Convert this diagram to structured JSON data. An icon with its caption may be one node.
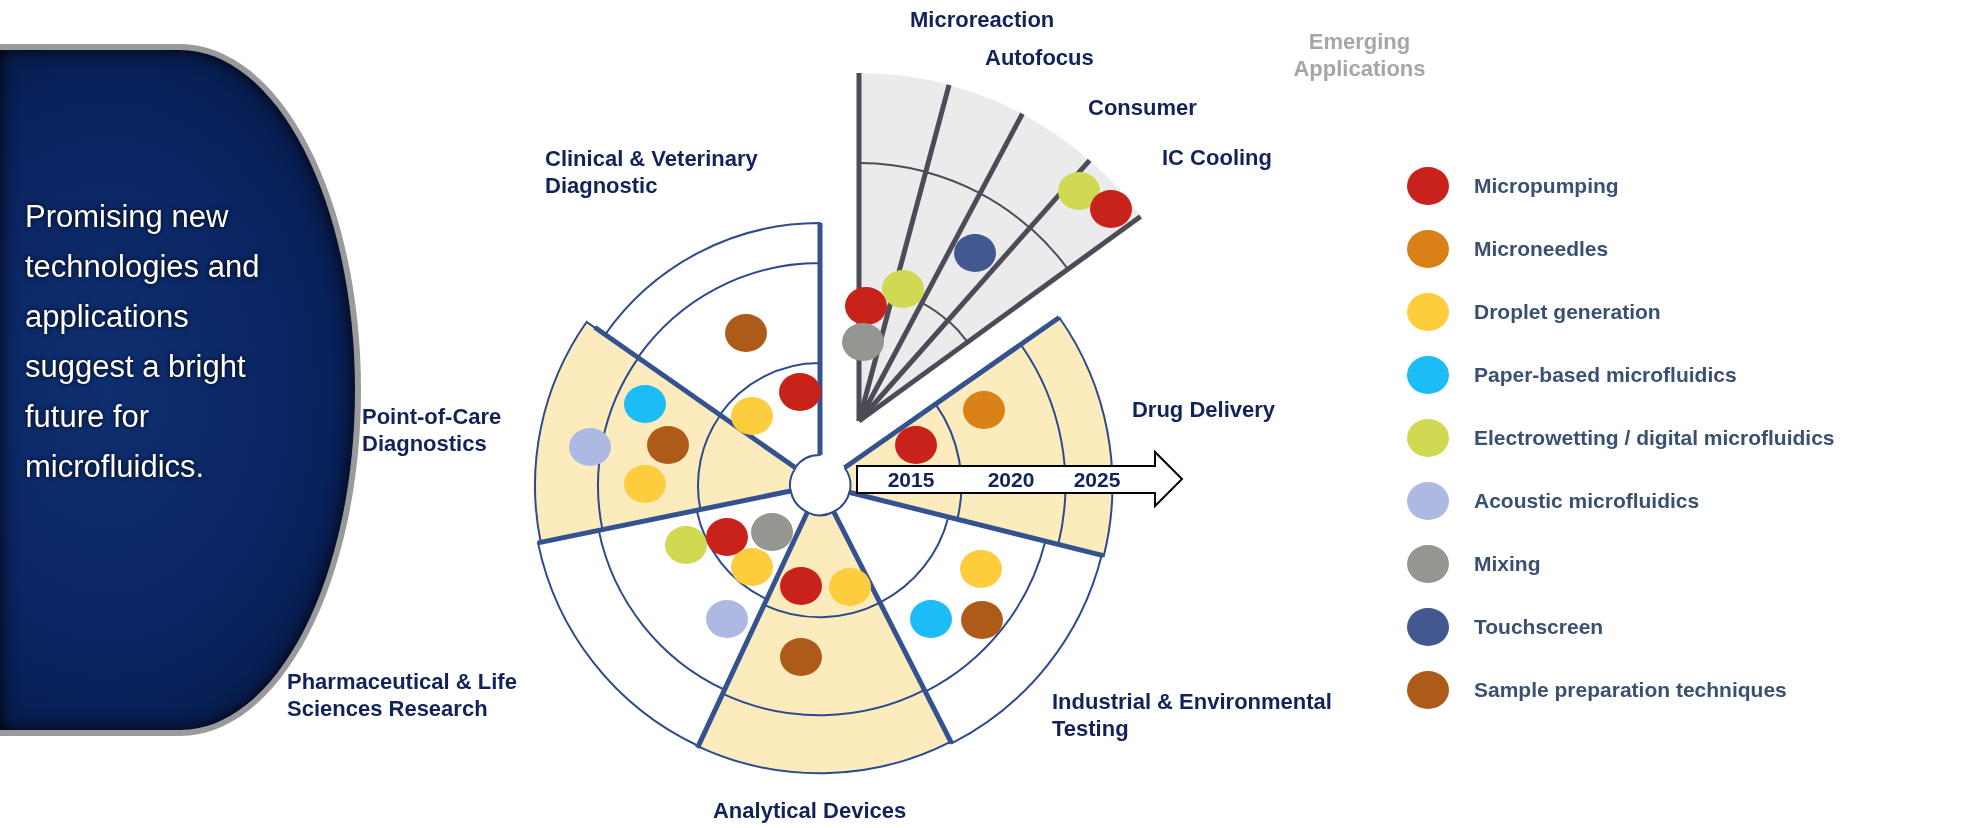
{
  "diagram": {
    "nodes": [
      {
        "text": [
          "Promising new technologies and applications suggest a bright future for microfluidics."
        ]
      },
      {
        "text": [
          "Clinical & Veterinary Diagnostic"
        ]
      },
      {
        "text": [
          "Drug Delivery"
        ]
      },
      {
        "text": [
          "Industrial & Environmental Testing"
        ]
      },
      {
        "text": [
          "Analytical Devices"
        ]
      },
      {
        "text": [
          "Pharmaceutical & Life Sciences Research"
        ]
      },
      {
        "text": [
          "Point-of-Care Diagnostics"
        ]
      },
      {
        "text": [
          "Emerging Applications"
        ]
      },
      {
        "text": [
          "Microreaction"
        ],
        "in": 7
      },
      {
        "text": [
          "Autofocus"
        ],
        "in": 7
      },
      {
        "text": [
          "Consumer"
        ],
        "in": 7
      },
      {
        "text": [
          "IC Cooling"
        ],
        "in": 7
      }
    ],
    "labels": [
      "2015",
      "2020",
      "2025"
    ],
    "legend": [
      {
        "text": "Micropumping",
        "color": "#c9221a"
      },
      {
        "text": "Microneedles",
        "color": "#d98117"
      },
      {
        "text": "Droplet generation",
        "color": "#fecd3e"
      },
      {
        "text": "Paper-based microfluidics",
        "color": "#1cbcf6"
      },
      {
        "text": "Electrowetting / digital microfluidics",
        "color": "#cfd951"
      },
      {
        "text": "Acoustic microfluidics",
        "color": "#adb9e3"
      },
      {
        "text": "Mixing",
        "color": "#959591"
      },
      {
        "text": "Touchscreen",
        "color": "#42588f"
      },
      {
        "text": "Sample preparation techniques",
        "color": "#ae5b19"
      }
    ]
  }
}
